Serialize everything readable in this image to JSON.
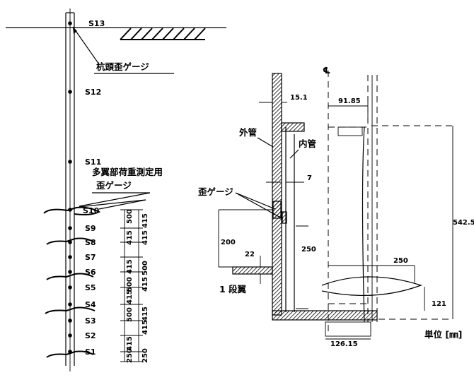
{
  "left": {
    "gauges": [
      "S13",
      "S12",
      "S11",
      "S10",
      "S9",
      "S8",
      "S7",
      "S6",
      "S5",
      "S4",
      "S3",
      "S2",
      "S1"
    ],
    "head_gauge_label": "杭頭歪ゲージ",
    "blade_gauge_label_1": "多翼部荷重測定用",
    "blade_gauge_label_2": "歪ゲージ",
    "spacing_left": [
      "500",
      "415",
      "415",
      "500",
      "415",
      "500",
      "415",
      "250"
    ],
    "spacing_right": [
      "415",
      "415",
      "500",
      "415",
      "415",
      "415",
      "250"
    ]
  },
  "right": {
    "centerline_symbol": "℄",
    "outer_tube_label": "外管",
    "inner_tube_label": "内管",
    "gauge_label": "歪ゲージ",
    "blade_label": "1 段翼",
    "unit_label": "単位 [㎜]",
    "dims": {
      "d15_1": "15.1",
      "d91_85": "91.85",
      "d7": "7",
      "d200": "200",
      "d22": "22",
      "d250_v": "250",
      "d250_h": "250",
      "d542_5": "542.5",
      "d121": "121",
      "d126_15": "126.15"
    }
  }
}
